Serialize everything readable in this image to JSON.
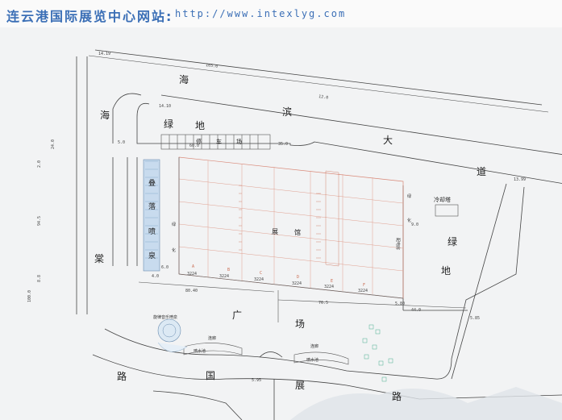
{
  "header": {
    "title": "连云港国际展览中心网站:",
    "url": "http://www.intexlyg.com"
  },
  "roads": {
    "haibin_1": "海",
    "haibin_2": "滨",
    "dadao_1": "大",
    "dadao_2": "道",
    "west_1": "海",
    "west_2": "棠",
    "south_1": "路",
    "south_2": "国",
    "south_3": "展",
    "south_4": "路"
  },
  "areas": {
    "greenbelt_1": "绿",
    "greenbelt_2": "地",
    "parking_1": "停",
    "parking_2": "车",
    "parking_3": "场",
    "fountain_1": "叠",
    "fountain_2": "落",
    "fountain_3": "喷",
    "fountain_4": "泉",
    "hall_1": "展",
    "hall_2": "馆",
    "east_green_1": "绿",
    "east_green_2": "地",
    "cooling_tower": "冷却塔",
    "plaza_1": "广",
    "plaza_2": "场",
    "music_fountain": "旋律音乐喷泉",
    "water_bowl_left": "喷水池",
    "water_bowl_right": "喷水池",
    "corridor_left": "连廊",
    "corridor_right": "连廊",
    "hall_side_1": "绿",
    "hall_side_2": "化",
    "pump_room": "配电房",
    "hall_west_1": "绿",
    "hall_west_2": "化"
  },
  "dimensions": {
    "d_165": "165.0",
    "d_12": "12.0",
    "d_14": "14.19",
    "d_1399": "13.99",
    "d_1410": "14.10",
    "d_2400": "24.0",
    "d_945": "94.5",
    "d_20": "2.0",
    "d_100": "100.0",
    "d_88": "8.8",
    "d_90": "9.0",
    "d_7650": "76.5",
    "d_8020": "80.40",
    "d_4400": "44.0",
    "d_6000": "60.0",
    "d_3500": "35.0",
    "d_5800": "5.80",
    "d_5850": "5.85",
    "d_595": "5.95",
    "d_5": "5.0",
    "d_6": "6.0",
    "d_4": "4.0",
    "bay_a": "3224",
    "bay_b": "3224",
    "bay_c": "3224",
    "bay_d": "3224",
    "bay_e": "3224",
    "bay_f": "3224",
    "grid_a": "A",
    "grid_b": "B",
    "grid_c": "C",
    "grid_d": "D",
    "grid_e": "E",
    "grid_f": "F"
  }
}
